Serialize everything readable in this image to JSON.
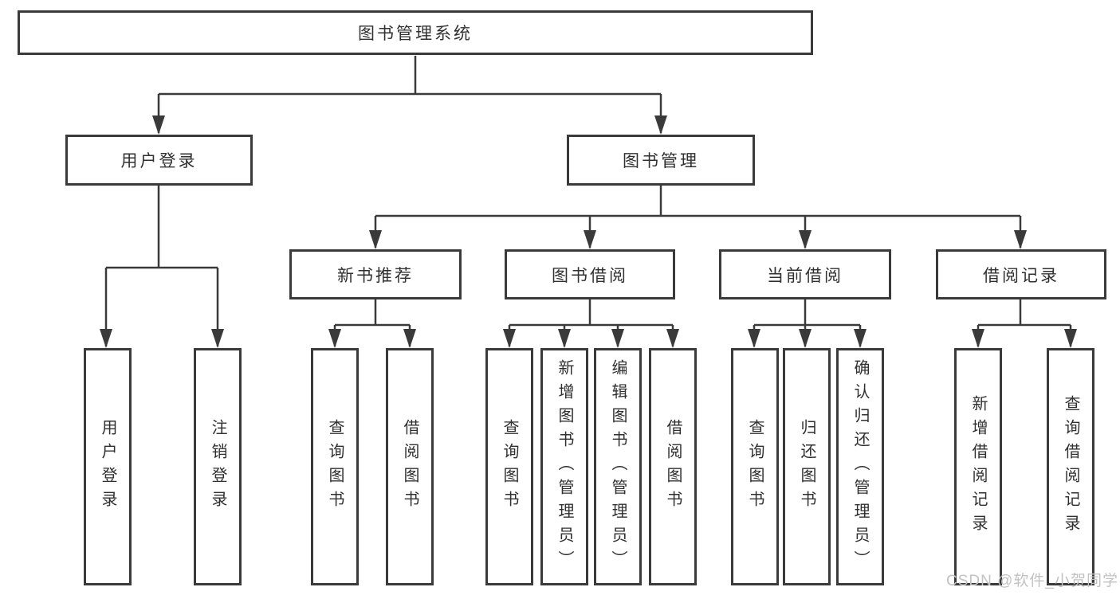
{
  "diagram": {
    "root": {
      "label": "图书管理系统"
    },
    "level2": {
      "user_login": {
        "label": "用户登录"
      },
      "book_mgmt": {
        "label": "图书管理"
      }
    },
    "level3": {
      "new_book_rec": {
        "label": "新书推荐"
      },
      "book_borrow": {
        "label": "图书借阅"
      },
      "current_borrow": {
        "label": "当前借阅"
      },
      "borrow_record": {
        "label": "借阅记录"
      }
    },
    "leaves": {
      "user_login": {
        "label": "用户登录"
      },
      "logout": {
        "label": "注销登录"
      },
      "rec_query_book": {
        "label": "查询图书"
      },
      "rec_borrow_book": {
        "label": "借阅图书"
      },
      "bor_query_book": {
        "label": "查询图书"
      },
      "bor_add_book": {
        "label": "新增图书（管理员）"
      },
      "bor_edit_book": {
        "label": "编辑图书（管理员）"
      },
      "bor_borrow_book": {
        "label": "借阅图书"
      },
      "cur_query_book": {
        "label": "查询图书"
      },
      "cur_return_book": {
        "label": "归还图书"
      },
      "cur_confirm_return": {
        "label": "确认归还（管理员）"
      },
      "add_borrow_record": {
        "label": "新增借阅记录"
      },
      "query_borrow_record": {
        "label": "查询借阅记录"
      }
    },
    "watermark": {
      "text": "CSDN @软件_小贺同学"
    },
    "colors": {
      "line": "#3a3a3a",
      "text": "#303030",
      "background": "#ffffff",
      "watermark": "#c2c2c2"
    }
  }
}
